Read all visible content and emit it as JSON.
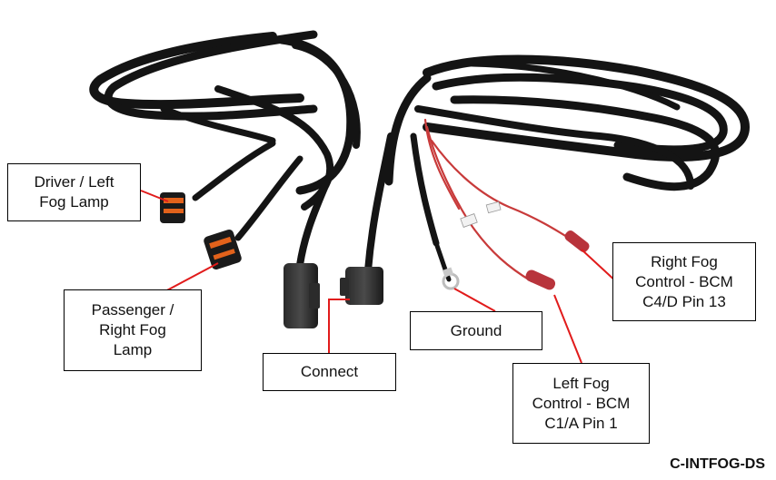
{
  "colors": {
    "harness": "#141414",
    "harness_highlight": "#3a3a3a",
    "red_wire": "#c83a3a",
    "leader_line": "#e11b1b",
    "connector_orange": "#e2621b",
    "fuse_holder": "#b8343c"
  },
  "labels": {
    "driver": "Driver / Left\nFog Lamp",
    "passenger": "Passenger /\nRight Fog\nLamp",
    "connect": "Connect",
    "ground": "Ground",
    "right_fog": "Right Fog\nControl - BCM\nC4/D Pin 13",
    "left_fog": "Left Fog\nControl - BCM\nC1/A Pin 1"
  },
  "part_number": "C-INTFOG-DS"
}
